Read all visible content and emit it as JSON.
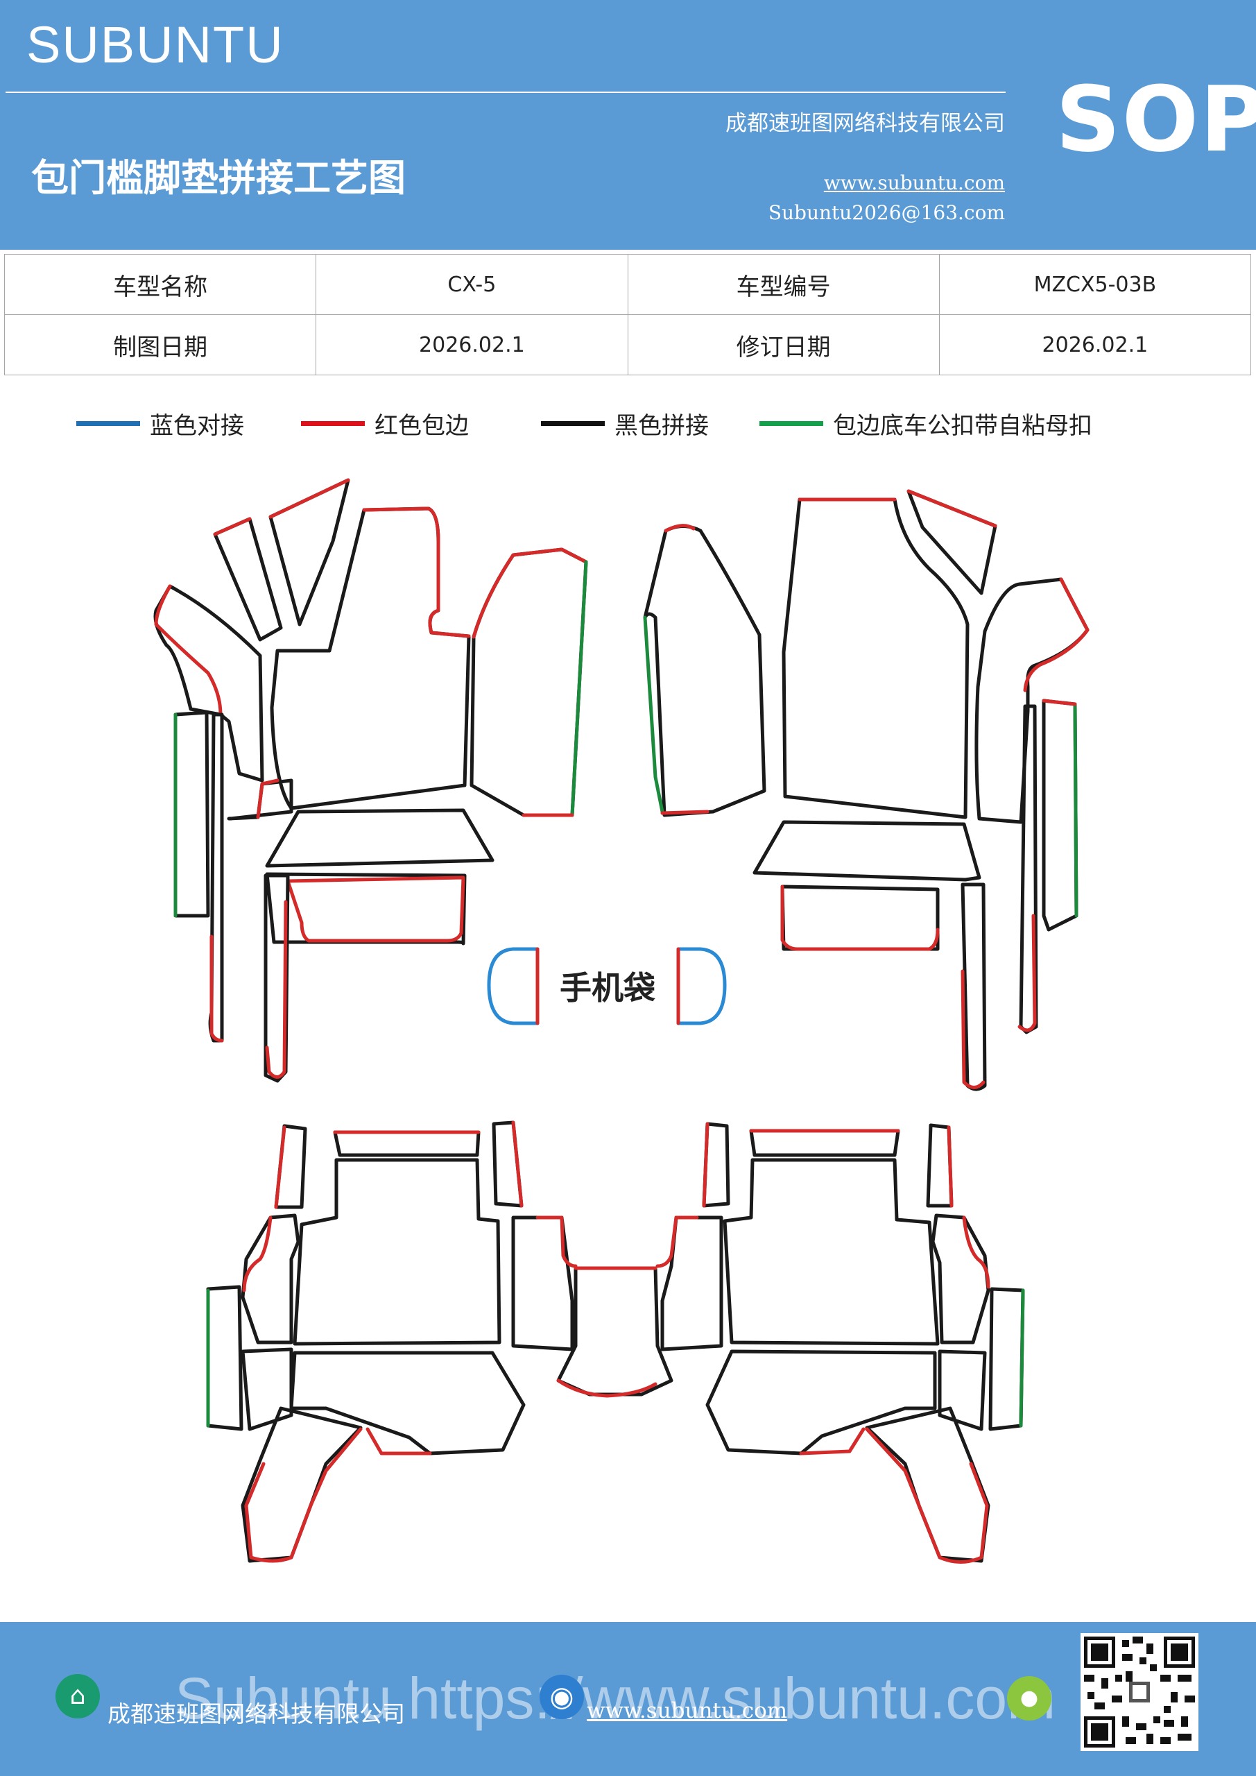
{
  "header": {
    "brand": "SUBUNTU",
    "title": "包门槛脚垫拼接工艺图",
    "company": "成都速班图网络科技有限公司",
    "website": "www.subuntu.com",
    "email": "Subuntu2026@163.com",
    "badge": "SOP",
    "bg_color": "#5b9bd5"
  },
  "info_table": {
    "rows": [
      {
        "label1": "车型名称",
        "value1": "CX-5",
        "label2": "车型编号",
        "value2": "MZCX5-03B"
      },
      {
        "label1": "制图日期",
        "value1": "2026.02.1",
        "label2": "修订日期",
        "value2": "2026.02.1"
      }
    ]
  },
  "legend": [
    {
      "label": "蓝色对接",
      "color": "#1f6fb4"
    },
    {
      "label": "红色包边",
      "color": "#e0101a"
    },
    {
      "label": "黑色拼接",
      "color": "#111111"
    },
    {
      "label": "包边底车公扣带自粘母扣",
      "color": "#12a04a"
    }
  ],
  "diagram": {
    "label": "手机袋",
    "colors": {
      "black": "#1a1a1a",
      "red": "#d42a2a",
      "green": "#1c8a3c",
      "blue": "#2a8ad4"
    }
  },
  "footer": {
    "company": "成都速班图网络科技有限公司",
    "website": "www.subuntu.com",
    "watermark": "Subuntu https://www.subuntu.com",
    "bg_color": "#5b9bd5"
  }
}
